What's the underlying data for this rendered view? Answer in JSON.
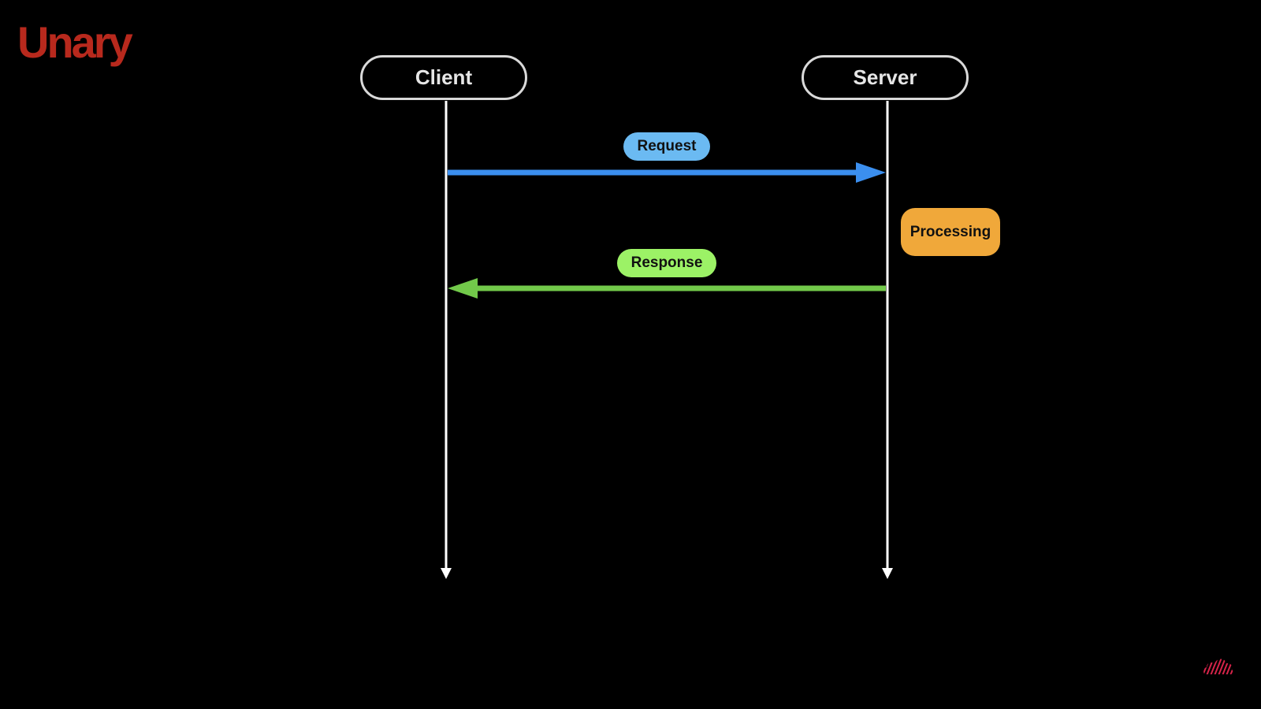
{
  "slide": {
    "title": "Unary",
    "title_color": "#b8291d",
    "background_color": "#000000"
  },
  "diagram": {
    "type": "sequence",
    "actors": [
      {
        "id": "client",
        "label": "Client"
      },
      {
        "id": "server",
        "label": "Server"
      }
    ],
    "messages": [
      {
        "id": "request",
        "label": "Request",
        "from": "client",
        "to": "server",
        "arrow_color": "#3b8fef",
        "label_color": "#6bbaf2"
      },
      {
        "id": "response",
        "label": "Response",
        "from": "server",
        "to": "client",
        "arrow_color": "#72c94a",
        "label_color": "#9cf266"
      }
    ],
    "notes": [
      {
        "id": "processing",
        "label": "Processing",
        "actor": "server",
        "color": "#f0a83a"
      }
    ],
    "lifeline_color": "#ffffff"
  },
  "logo": {
    "icon": "red-striped-cloud-icon",
    "color": "#d6244a"
  }
}
